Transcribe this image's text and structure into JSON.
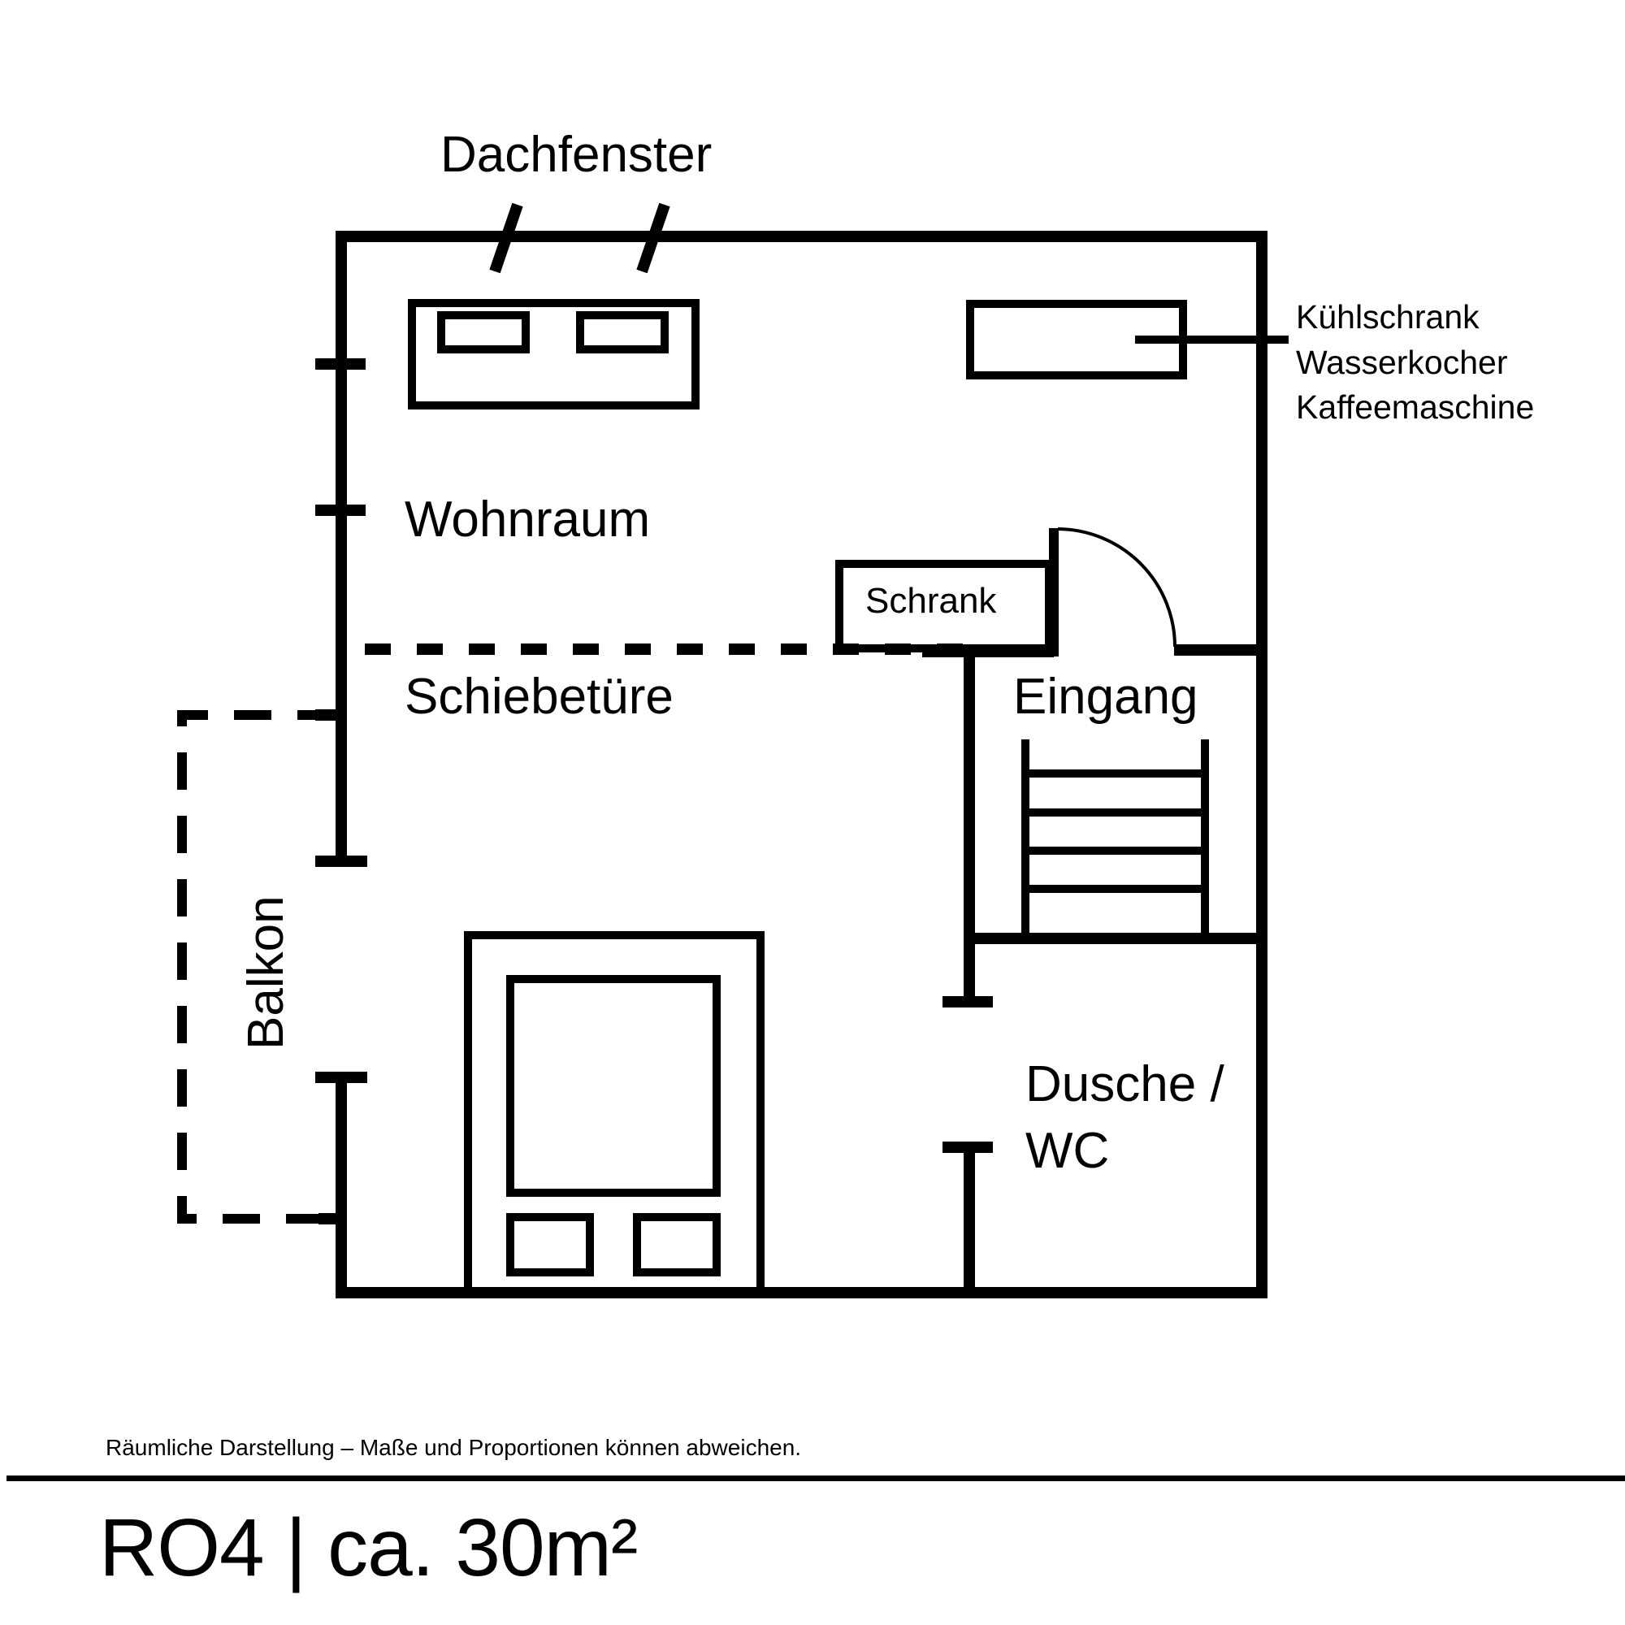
{
  "plan": {
    "labels": {
      "skylight": "Dachfenster",
      "living_room": "Wohnraum",
      "sliding_door": "Schiebetüre",
      "wardrobe": "Schrank",
      "entrance": "Eingang",
      "balcony": "Balkon",
      "bathroom_line1": "Dusche /",
      "bathroom_line2": "WC"
    },
    "kitchen_items": [
      "Kühlschrank",
      "Wasserkocher",
      "Kaffeemaschine"
    ]
  },
  "footer": {
    "disclaimer": "Räumliche Darstellung – Maße und Proportionen können abweichen.",
    "unit_title": "RO4 | ca. 30m²"
  },
  "colors": {
    "line": "#000000",
    "background": "#ffffff"
  }
}
